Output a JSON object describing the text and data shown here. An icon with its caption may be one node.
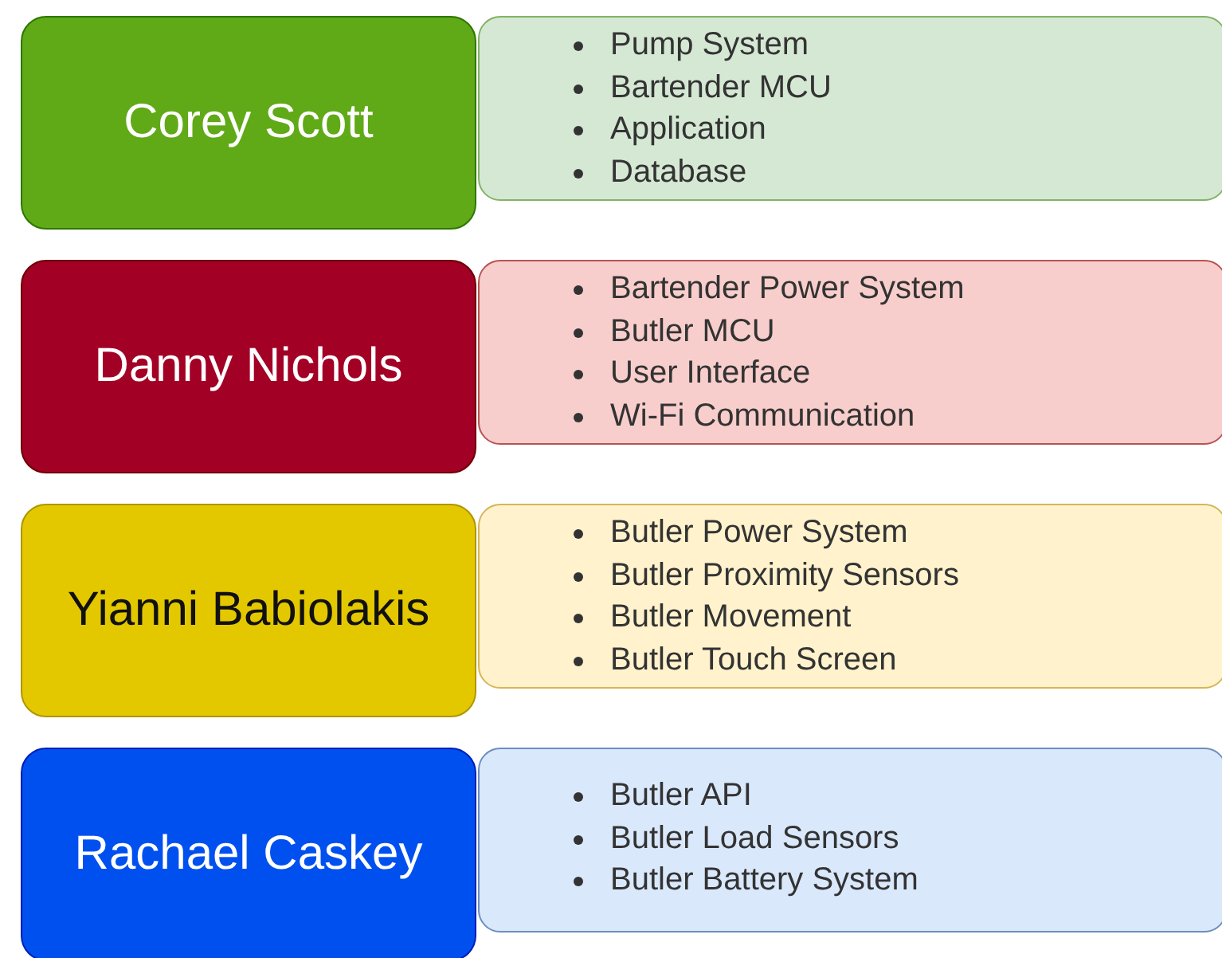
{
  "diagram": {
    "nodes": [
      {
        "text": [
          "Corey Scott"
        ]
      },
      {
        "text": [
          "Pump System",
          "Bartender MCU",
          "Application",
          "Database"
        ]
      },
      {
        "text": [
          "Danny Nichols"
        ]
      },
      {
        "text": [
          "Bartender Power System",
          "Butler MCU",
          "User Interface",
          "Wi-Fi Communication"
        ]
      },
      {
        "text": [
          "Yianni Babiolakis"
        ]
      },
      {
        "text": [
          "Butler Power System",
          "Butler Proximity Sensors",
          "Butler Movement",
          "Butler Touch Screen"
        ]
      },
      {
        "text": [
          "Rachael Caskey"
        ]
      },
      {
        "text": [
          "Butler API",
          "Butler Load Sensors",
          "Butler Battery System"
        ]
      }
    ]
  }
}
